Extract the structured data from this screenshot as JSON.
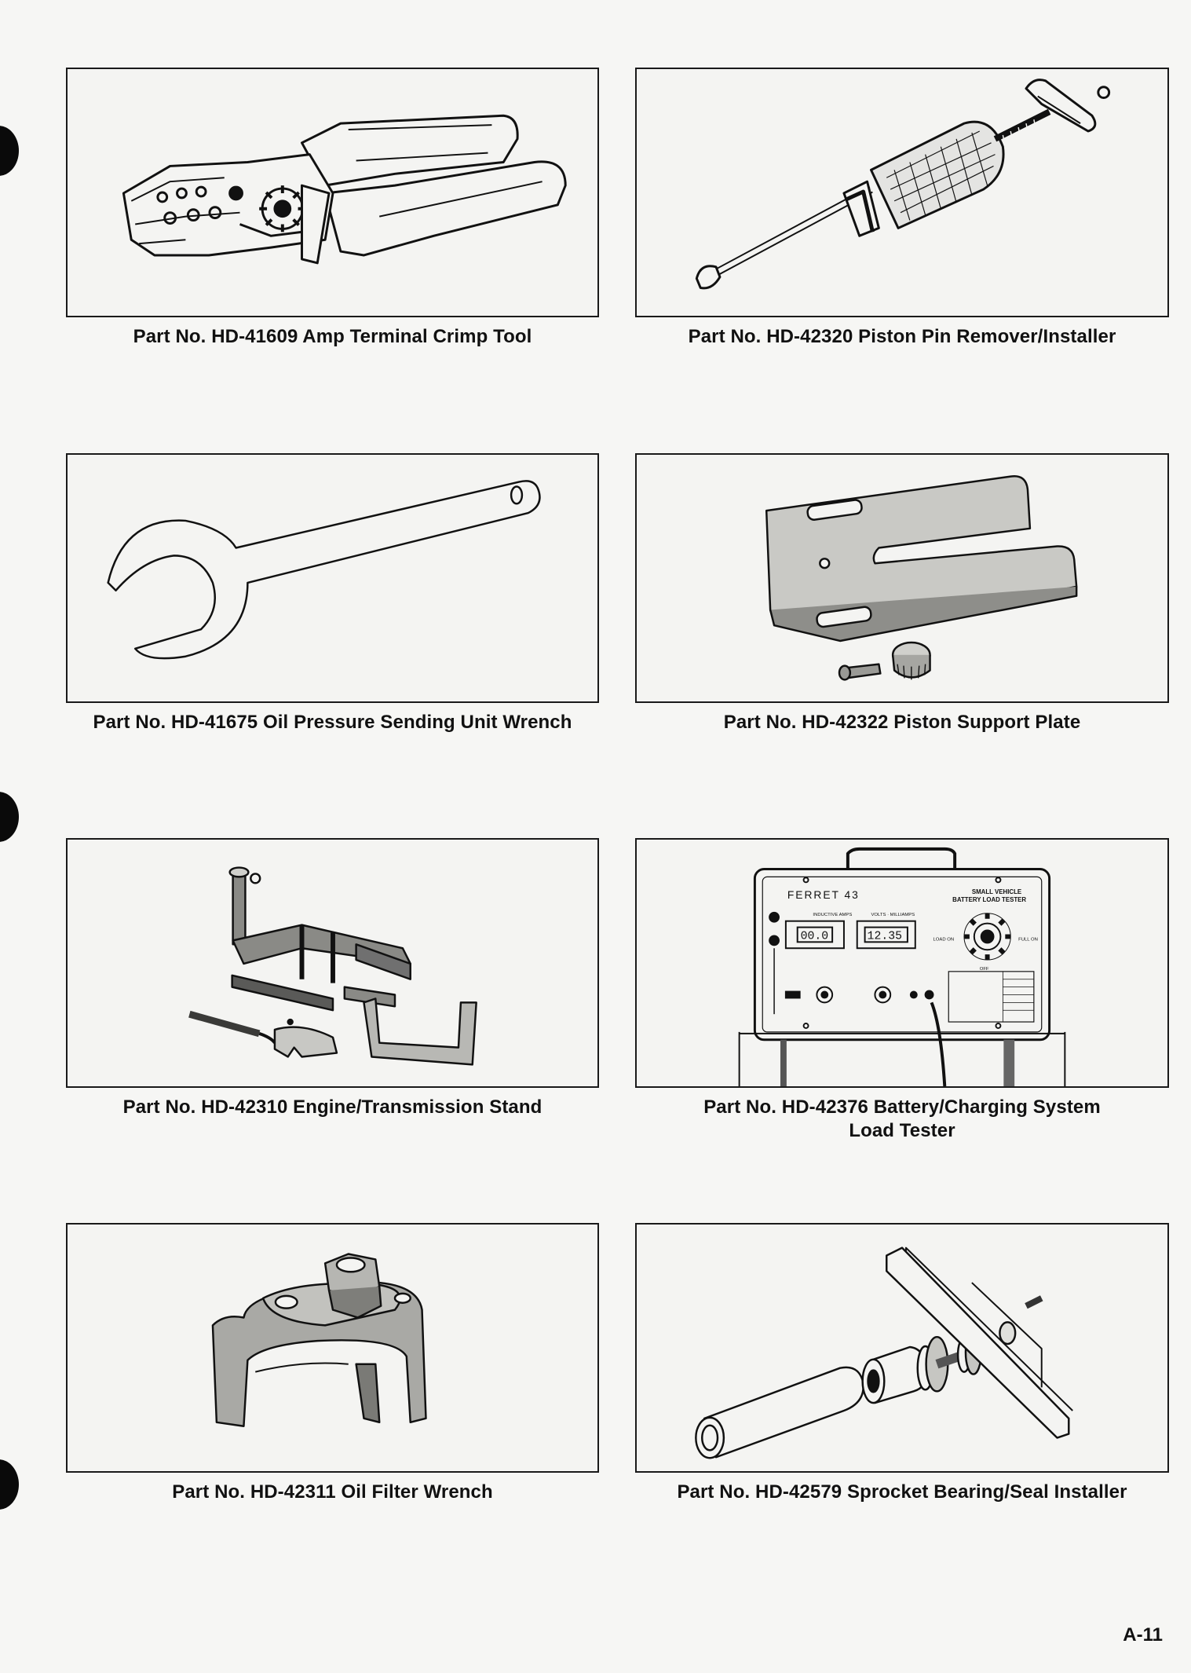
{
  "parts": [
    {
      "caption": "Part No. HD-41609 Amp Terminal Crimp Tool",
      "icon": "crimp-tool"
    },
    {
      "caption": "Part No. HD-42320 Piston Pin Remover/Installer",
      "icon": "piston-pin-tool"
    },
    {
      "caption": "Part No. HD-41675 Oil Pressure Sending Unit Wrench",
      "icon": "open-end-wrench"
    },
    {
      "caption": "Part No. HD-42322 Piston Support Plate",
      "icon": "support-plate"
    },
    {
      "caption": "Part No. HD-42310 Engine/Transmission Stand",
      "icon": "engine-stand"
    },
    {
      "caption": "Part No. HD-42376 Battery/Charging System",
      "caption_line2": "Load Tester",
      "icon": "load-tester"
    },
    {
      "caption": "Part No. HD-42311 Oil Filter Wrench",
      "icon": "oil-filter-wrench"
    },
    {
      "caption": "Part No. HD-42579 Sprocket Bearing/Seal Installer",
      "icon": "bearing-installer"
    }
  ],
  "tester": {
    "brand": "FERRET 43",
    "header_line1": "SMALL VEHICLE",
    "header_line2": "BATTERY LOAD TESTER",
    "display_left": "00.0",
    "display_right": "12.35",
    "label_amps": "INDUCTIVE AMPS",
    "label_volts": "VOLTS · MILLIAMPS",
    "label_load_on": "LOAD ON",
    "label_full_on": "FULL ON",
    "label_off": "OFF"
  },
  "page_number": "A-11"
}
